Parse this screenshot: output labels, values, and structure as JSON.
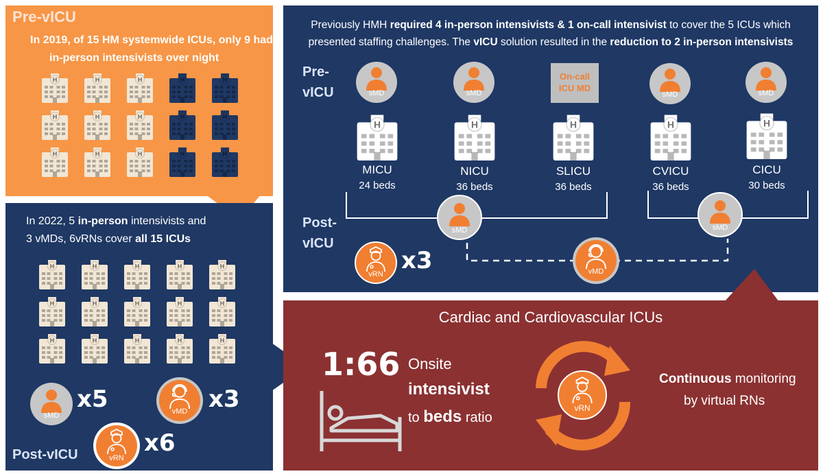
{
  "pre_panel": {
    "title": "Pre-vICU",
    "line1": "In 2019, of 15 HM systemwide ICUs, only 9 had",
    "line2": "in-person intensivists over night"
  },
  "post_panel": {
    "line1_a": "In 2022, 5 ",
    "line1_b": "in-person",
    "line1_c": " intensivists and",
    "line2_a": "3 vMDs, 6vRNs cover ",
    "line2_b": "all 15 ICUs",
    "smd_label": "sMD",
    "smd_count": "x5",
    "vmd_label": "vMD",
    "vmd_count": "x3",
    "vrn_label": "vRN",
    "vrn_count": "x6",
    "footer": "Post-vICU"
  },
  "top_panel": {
    "l1_a": "Previously HMH ",
    "l1_b": "required 4 in-person intensivists & 1 on-call intensivist",
    "l1_c": " to cover the 5 ICUs which",
    "l2_a": "presented staffing challenges. The ",
    "l2_b": "vICU",
    "l2_c": " solution resulted in the ",
    "l2_d": "reduction to 2 in-person intensivists",
    "pre_label_1": "Pre-",
    "pre_label_2": "vICU",
    "post_label_1": "Post-",
    "post_label_2": "vICU",
    "oncall_1": "On-call",
    "oncall_2": "ICU MD",
    "smd_label": "sMD",
    "vmd_label": "vMD",
    "vrn_label": "vRN",
    "vrn_count": "x3",
    "units": [
      {
        "name": "MICU",
        "beds": "24 beds"
      },
      {
        "name": "NICU",
        "beds": "36 beds"
      },
      {
        "name": "SLICU",
        "beds": "36 beds"
      },
      {
        "name": "CVICU",
        "beds": "36 beds"
      },
      {
        "name": "CICU",
        "beds": "30 beds"
      }
    ]
  },
  "red_panel": {
    "title": "Cardiac and Cardiovascular ICUs",
    "ratio": "1:66",
    "onsite": "Onsite",
    "intensivist": "intensivist",
    "to_beds_a": "to ",
    "to_beds_b": "beds",
    "to_beds_c": " ratio",
    "vrn_label": "vRN",
    "cont_a": "Continuous",
    "cont_b": " monitoring",
    "cont_2": "by virtual RNs"
  },
  "colors": {
    "orange": "#F79646",
    "navy": "#1F3864",
    "red": "#8B3132",
    "beige_building": "#F2E6D4",
    "white_building": "#FFFFFF"
  }
}
